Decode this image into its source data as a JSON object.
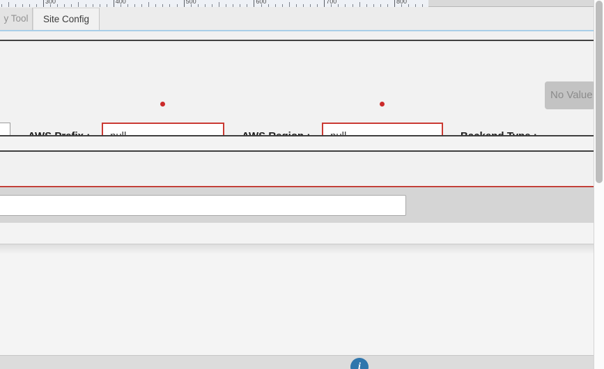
{
  "ruler": {
    "labels": [
      "300",
      "400",
      "500",
      "600",
      "700",
      "800"
    ]
  },
  "tabs": {
    "previous_tool": {
      "label": "y Tool",
      "active": false
    },
    "site_config": {
      "label": "Site Config",
      "active": true
    }
  },
  "form": {
    "aws_prefix": {
      "label": "AWS Prefix :",
      "value": "null",
      "state": "error"
    },
    "aws_region": {
      "label": "AWS Region :",
      "value": "null",
      "state": "error"
    },
    "backend_type": {
      "label": "Backend Type :",
      "value": "No Value",
      "state": "disabled"
    }
  },
  "left_cut_input": {
    "value": ""
  },
  "wide_input": {
    "value": ""
  },
  "footer": {
    "icon": "info-icon",
    "icon_glyph": "i"
  },
  "colors": {
    "tab_underline_blue": "#a9cee8",
    "section_line_dark": "#424242",
    "section_line_red": "#c2413a",
    "error_border_red": "#ca3a33",
    "error_dot_red": "#cb2a2a",
    "gray_band": "#d5d5d5",
    "disabled_pill_bg": "#c3c3c3",
    "footer_icon_blue": "#2f76ad"
  }
}
